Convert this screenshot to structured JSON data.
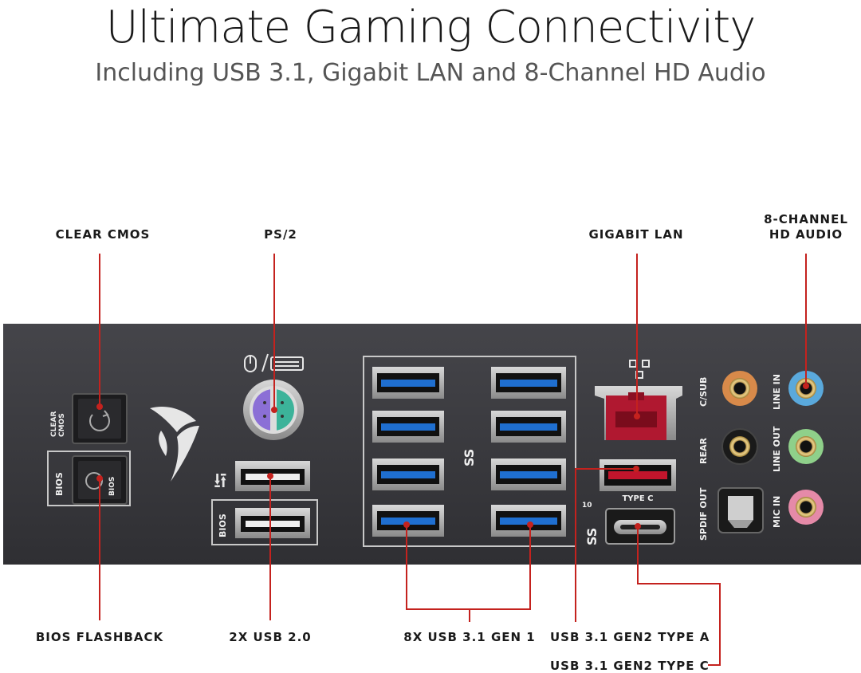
{
  "header": {
    "title": "Ultimate Gaming Connectivity",
    "subtitle": "Including USB 3.1, Gigabit LAN and 8-Channel HD Audio"
  },
  "callouts": {
    "clear_cmos": "CLEAR CMOS",
    "ps2": "PS/2",
    "gigabit_lan": "GIGABIT LAN",
    "hd_audio_line1": "8-CHANNEL",
    "hd_audio_line2": "HD AUDIO",
    "bios_flashback": "BIOS FLASHBACK",
    "usb20": "2X USB 2.0",
    "usb31_gen1": "8X USB 3.1 GEN 1",
    "usb31_gen2_a": "USB 3.1 GEN2 TYPE A",
    "usb31_gen2_c": "USB 3.1 GEN2 TYPE C"
  },
  "panel": {
    "clear_cmos_label_1": "CLEAR",
    "clear_cmos_label_2": "CMOS",
    "bios_label": "BIOS",
    "bios_button_label": "BIOS",
    "usb20_bios_label": "BIOS",
    "type_c_label": "TYPE C",
    "audio": {
      "c_sub": "C/SUB",
      "rear": "REAR",
      "spdif_out": "SPDIF OUT",
      "line_in": "LINE IN",
      "line_out": "LINE OUT",
      "mic_in": "MIC IN"
    },
    "ss_logo": "SS",
    "ss10_logo": "SS",
    "ss10_sup": "10"
  },
  "colors": {
    "callout_line": "#c4221e",
    "panel": "#38383c",
    "usb3_blue": "#1f6fd0",
    "lan_red": "#b01830",
    "jack_orange": "#d88a4a",
    "jack_black": "#1a1a1a",
    "jack_blue": "#5aa9dc",
    "jack_green": "#8fd08a",
    "jack_pink": "#e58aa8"
  }
}
